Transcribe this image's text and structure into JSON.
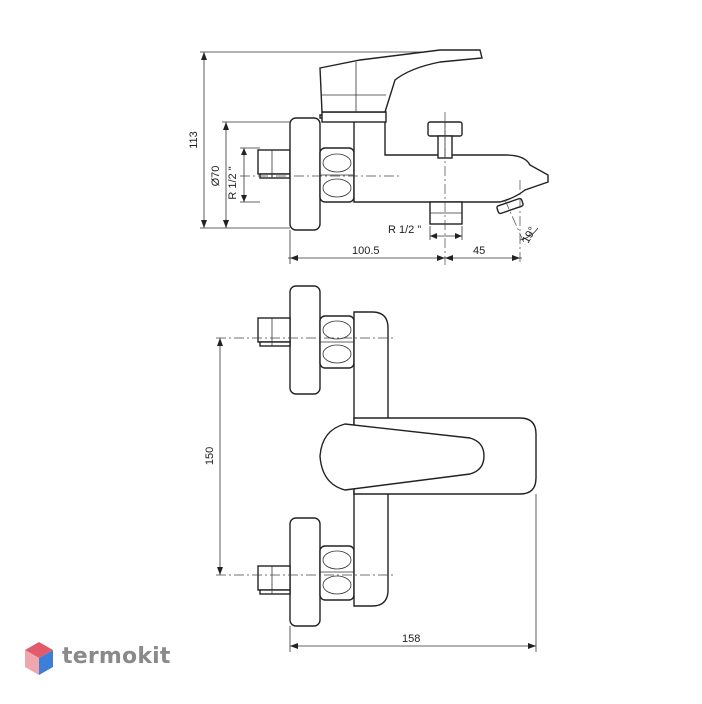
{
  "dimensions": {
    "height_total": "113",
    "diameter": "Ø70",
    "inlet_thread": "R 1/2 \"",
    "outlet_thread": "R 1/2 \"",
    "depth_body": "100.5",
    "spout_reach": "45",
    "spout_angle": "19°",
    "inlet_spacing": "150",
    "total_width": "158"
  },
  "brand": {
    "name": "termokit",
    "colors": {
      "top": "#e25b6a",
      "right": "#3d7fd6",
      "left": "#f0a6ad",
      "text": "#8a8a8a"
    }
  }
}
